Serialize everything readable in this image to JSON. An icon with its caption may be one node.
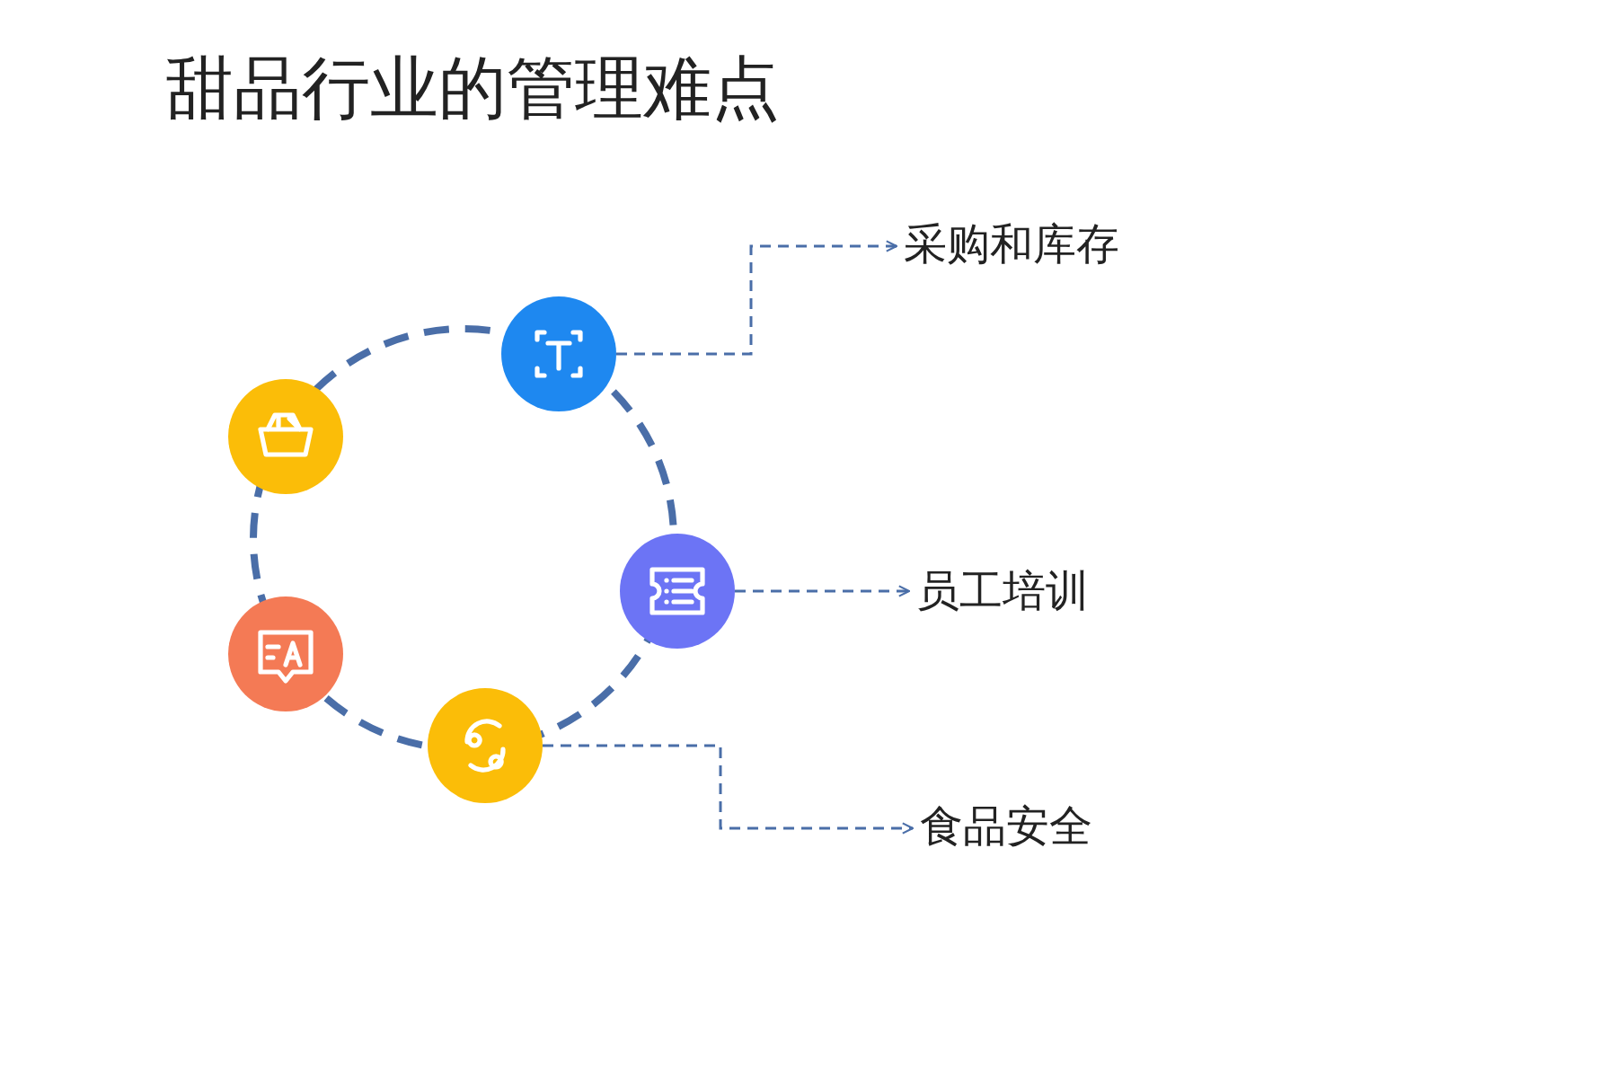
{
  "diagram": {
    "title": "甜品行业的管理难点",
    "nodes": [
      {
        "text": [],
        "shape": "circle"
      },
      {
        "text": [],
        "shape": "circle"
      },
      {
        "text": [],
        "shape": "circle"
      },
      {
        "text": [],
        "shape": "circle"
      },
      {
        "text": [],
        "shape": "circle"
      },
      {
        "text": [
          "采购和库存"
        ]
      },
      {
        "text": [
          "员工培训"
        ]
      },
      {
        "text": [
          "食品安全"
        ]
      }
    ],
    "edges": [
      {
        "from": 0,
        "to": 5,
        "arrow": "to",
        "style": "dashed"
      },
      {
        "from": 2,
        "to": 6,
        "arrow": "to",
        "style": "dashed"
      },
      {
        "from": 4,
        "to": 7,
        "arrow": "to",
        "style": "dashed"
      }
    ]
  }
}
